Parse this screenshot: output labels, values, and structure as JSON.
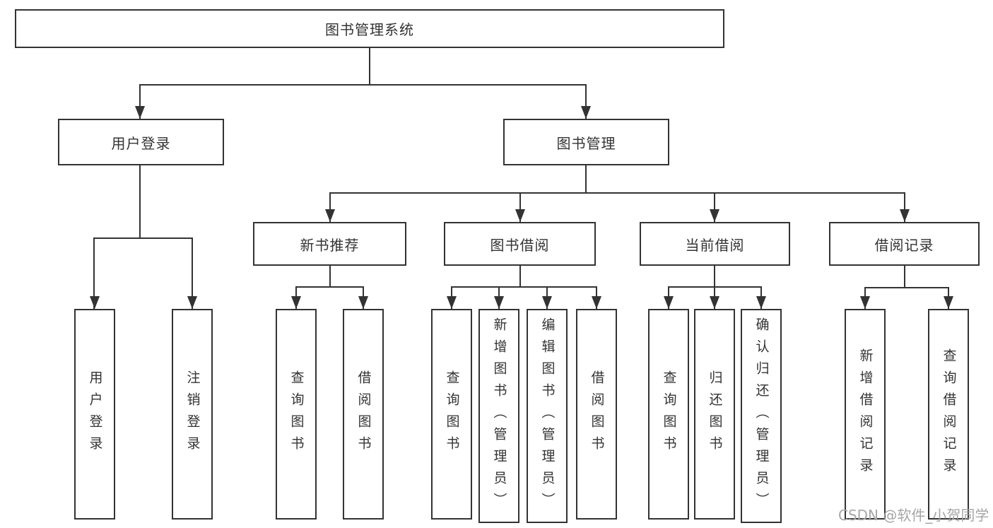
{
  "diagram": {
    "title_node": "图书管理系统",
    "nodes": {
      "root": "图书管理系统",
      "user_login": "用户登录",
      "book_mgmt": "图书管理",
      "login_user": "用户登录",
      "login_logout": "注销登录",
      "new_book": "新书推荐",
      "book_borrow": "图书借阅",
      "current_borrow": "当前借阅",
      "borrow_record": "借阅记录",
      "nb_query": "查询图书",
      "nb_borrow": "借阅图书",
      "bb_query": "查询图书",
      "bb_add": "新增图书（管理员）",
      "bb_edit": "编辑图书（管理员）",
      "bb_borrow": "借阅图书",
      "cb_query": "查询图书",
      "cb_return": "归还图书",
      "cb_confirm": "确认归还（管理员）",
      "br_add": "新增借阅记录",
      "br_query": "查询借阅记录"
    },
    "colors": {
      "line": "#333333",
      "text": "#333333",
      "box_bg": "#ffffff",
      "watermark": "#a6a6a6"
    },
    "watermark": "CSDN @软件_小贺同学"
  }
}
